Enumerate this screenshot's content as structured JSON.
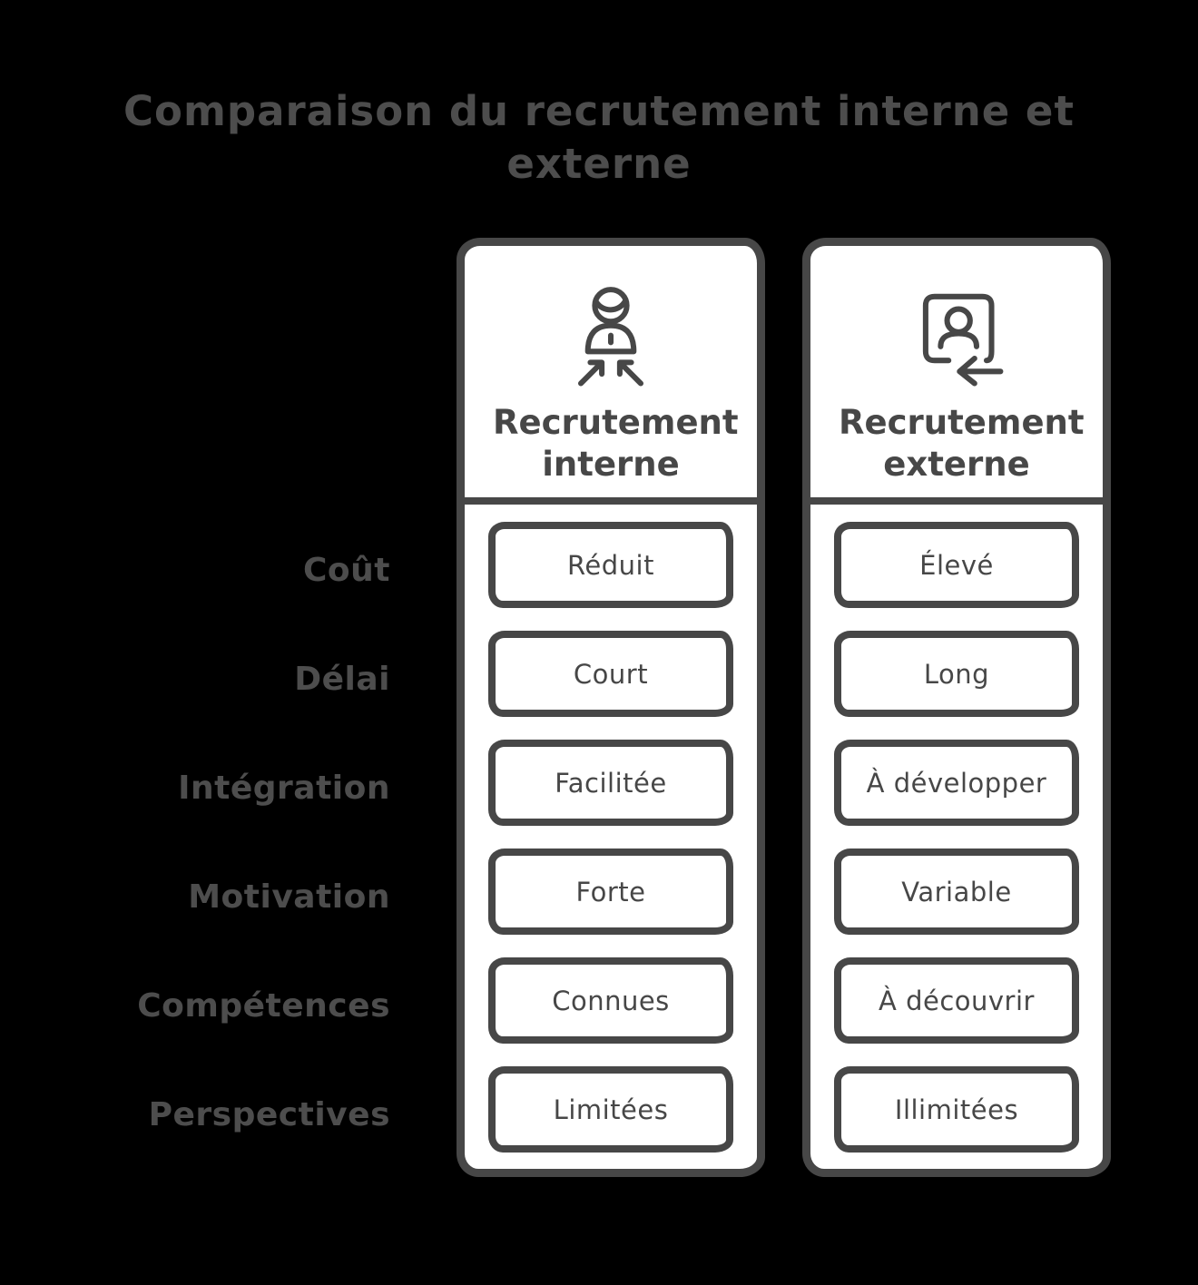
{
  "title": "Comparaison du recrutement interne et externe",
  "columns": {
    "interne": {
      "label": "Recrutement interne",
      "icon": "person-inward-arrows-icon"
    },
    "externe": {
      "label": "Recrutement externe",
      "icon": "id-card-person-arrow-icon"
    }
  },
  "rows": [
    {
      "label": "Coût",
      "interne": "Réduit",
      "externe": "Élevé"
    },
    {
      "label": "Délai",
      "interne": "Court",
      "externe": "Long"
    },
    {
      "label": "Intégration",
      "interne": "Facilitée",
      "externe": "À développer"
    },
    {
      "label": "Motivation",
      "interne": "Forte",
      "externe": "Variable"
    },
    {
      "label": "Compétences",
      "interne": "Connues",
      "externe": "À découvrir"
    },
    {
      "label": "Perspectives",
      "interne": "Limitées",
      "externe": "Illimitées"
    }
  ],
  "colors": {
    "background": "#000000",
    "stroke": "#474747",
    "card_fill": "#ffffff",
    "outside_text": "#4d4d4d"
  }
}
